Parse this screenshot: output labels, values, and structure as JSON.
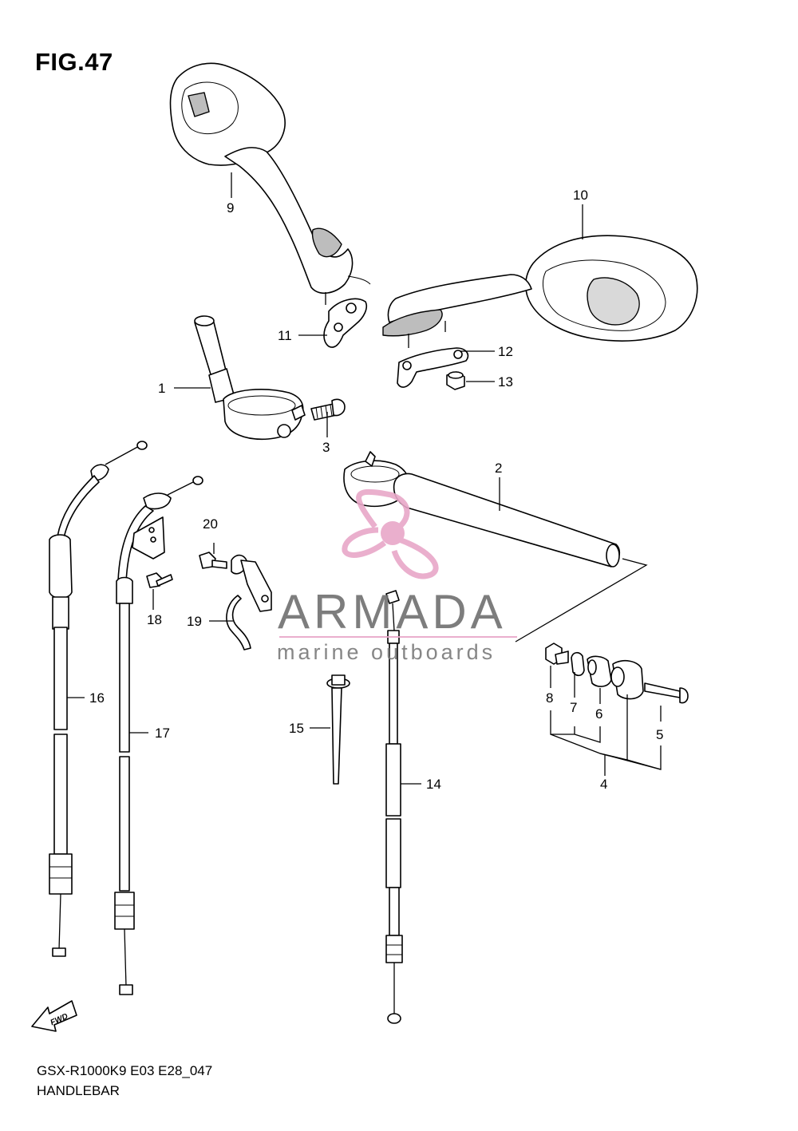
{
  "figure": {
    "title": "FIG.47",
    "code": "GSX-R1000K9 E03 E28_047",
    "name": "HANDLEBAR",
    "fwd_label": "FWD"
  },
  "watermark": {
    "brand": "ARMADA",
    "tagline": "marine outboards",
    "accent_color": "#e8a7c8"
  },
  "callouts": [
    "1",
    "2",
    "3",
    "4",
    "5",
    "6",
    "7",
    "8",
    "9",
    "10",
    "11",
    "12",
    "13",
    "14",
    "15",
    "16",
    "17",
    "18",
    "19",
    "20"
  ]
}
